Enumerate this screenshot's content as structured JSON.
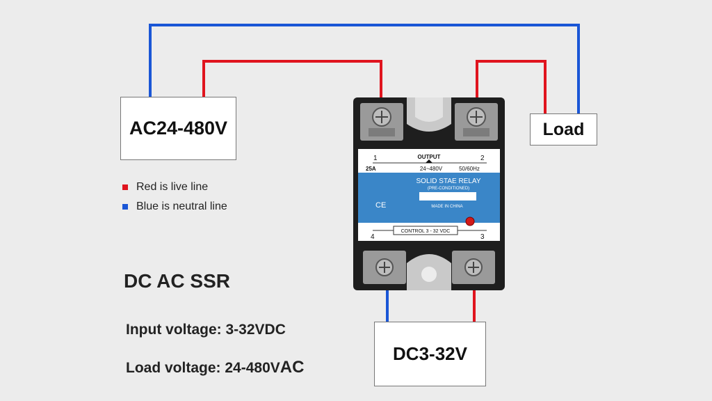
{
  "source_box": {
    "label": "AC24-480V"
  },
  "load_box": {
    "label": "Load"
  },
  "control_box": {
    "label": "DC3-32V"
  },
  "legend": [
    {
      "text": "Red is live line",
      "color": "#e0141e"
    },
    {
      "text": "Blue is neutral line",
      "color": "#1a56d6"
    }
  ],
  "title": "DC AC SSR",
  "specs": {
    "input_prefix": "Input voltage: ",
    "input_value": "3-32VDC",
    "load_prefix": "Load voltage: ",
    "load_value": "24-480V",
    "load_suffix": "AC"
  },
  "relay": {
    "terminal_1": "1",
    "terminal_2": "2",
    "terminal_3": "3",
    "terminal_4": "4",
    "output_label": "OUTPUT",
    "current": "25A",
    "output_voltage": "24~480V",
    "frequency": "50/60Hz",
    "name": "SOLID STAE RELAY",
    "subtitle": "(PRE-CONDITIONED)",
    "ce_mark": "CE",
    "made_in": "MADE IN CHINA",
    "control": "CONTROL 3 - 32 VDC"
  },
  "colors": {
    "live_wire": "#e0141e",
    "neutral_wire": "#1a56d6",
    "relay_body": "#1e1e1e",
    "label_blue": "#3a86c8"
  }
}
